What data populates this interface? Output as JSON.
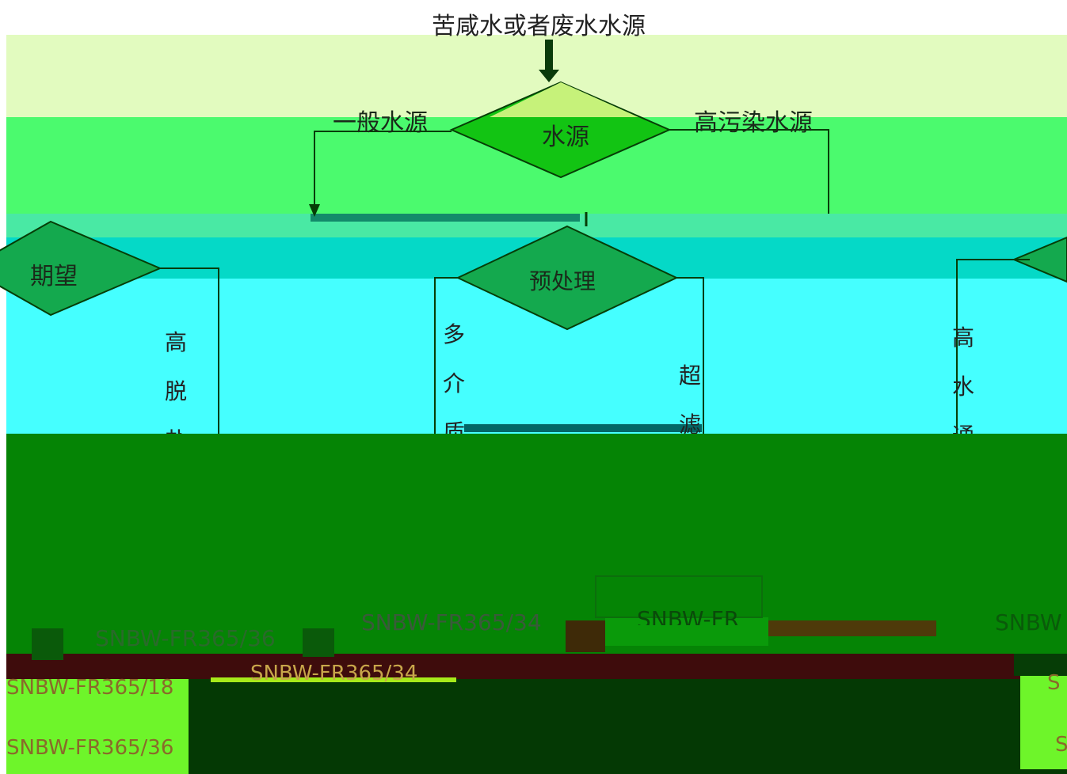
{
  "title": "苦咸水或者废水水源",
  "decision_main": "水源",
  "branch_left": "一般水源",
  "branch_right": "高污染水源",
  "decision_left": "期望",
  "decision_center": "预处理",
  "left_vertical": "高脱盐",
  "center_left_vertical": "多介质",
  "center_right_vertical": "超滤",
  "right_vertical": "高水通",
  "codes": {
    "left_main": "SNBW-FR365/36",
    "center_main": "SNBW-FR365/34",
    "box_mid": "SNBW-FR",
    "right_main": "SNBW",
    "low_center": "SNBW-FR365/34",
    "low_left_1": "SNBW-FR365/18",
    "low_left_2": "SNBW-FR365/36",
    "low_right_1": "S",
    "low_right_2": "S"
  },
  "colors": {
    "diamond_main": "#12c413",
    "diamond_main_top": "#c6f27a",
    "diamond_secondary": "#14a94e",
    "line": "#063d06",
    "arrow": "#0a3b0a"
  }
}
